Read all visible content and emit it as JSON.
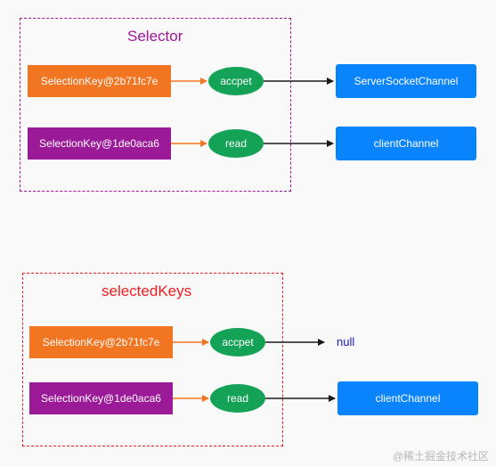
{
  "selector_group": {
    "title": "Selector",
    "rows": [
      {
        "key": "SelectionKey@2b71fc7e",
        "op": "accpet",
        "target": "ServerSocketChannel"
      },
      {
        "key": "SelectionKey@1de0aca6",
        "op": "read",
        "target": "clientChannel"
      }
    ]
  },
  "selected_group": {
    "title": "selectedKeys",
    "rows": [
      {
        "key": "SelectionKey@2b71fc7e",
        "op": "accpet",
        "target": "null"
      },
      {
        "key": "SelectionKey@1de0aca6",
        "op": "read",
        "target": "clientChannel"
      }
    ]
  },
  "watermark": "@稀土掘金技术社区",
  "colors": {
    "selector_border": "#a0139a",
    "selected_border": "#f01e1e",
    "key_orange": "#f27521",
    "key_purple": "#9b1a98",
    "op_green": "#14a356",
    "channel_blue": "#0a84fc",
    "null_text": "#1a1ac8",
    "arrow_orange": "#f27521",
    "arrow_dark": "#1a1a1a"
  }
}
